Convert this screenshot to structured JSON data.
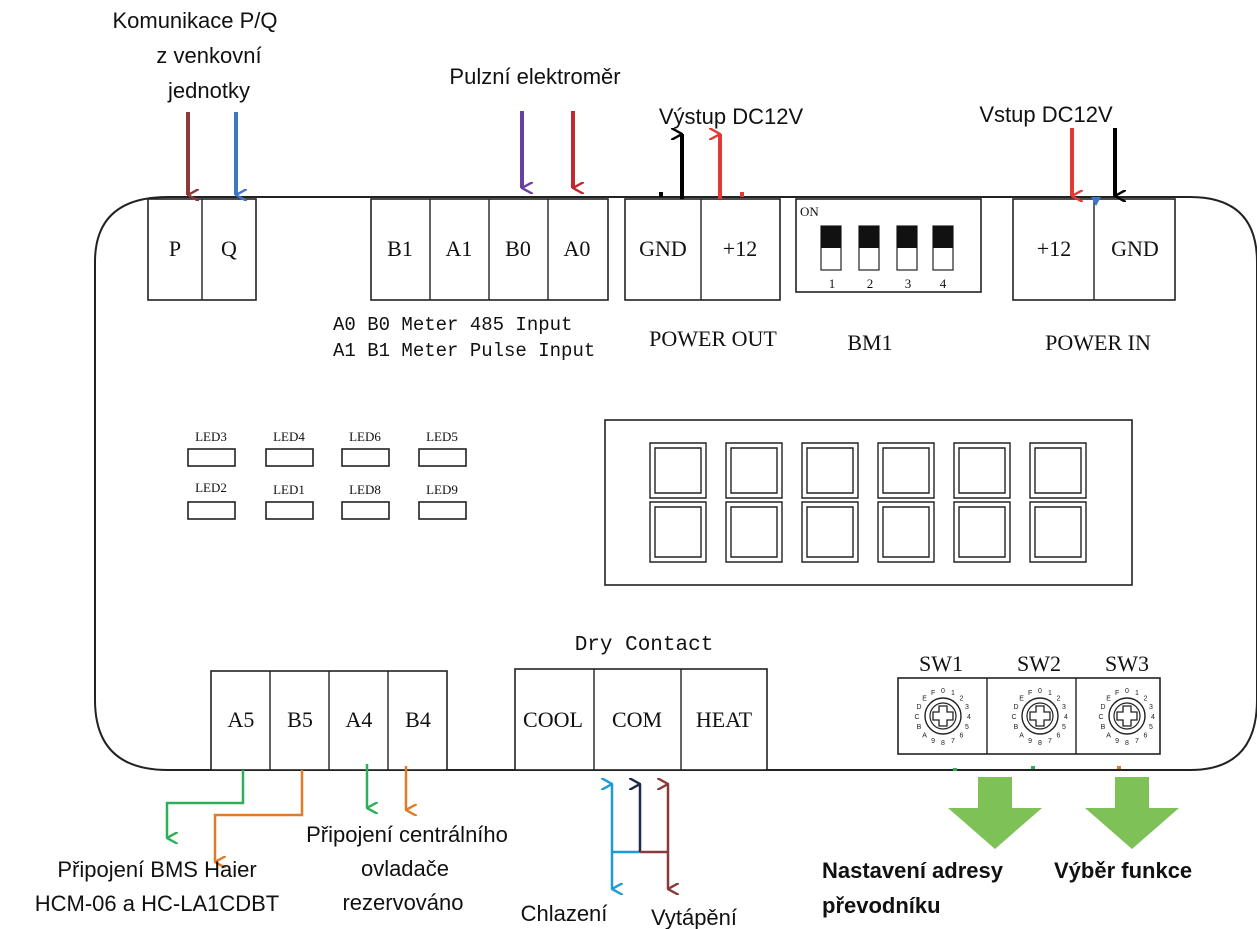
{
  "annotations": {
    "pq_comm": [
      "Komunikace P/Q",
      "z venkovní",
      "jednotky"
    ],
    "pulse_meter": "Pulzní elektroměr",
    "dc_out": "Výstup DC12V",
    "dc_in": "Vstup DC12V",
    "bms": [
      "Připojení BMS Haier",
      "HCM-06 a HC-LA1CDBT"
    ],
    "central": [
      "Připojení centrálního",
      "ovladače",
      "rezervováno"
    ],
    "cooling": "Chlazení",
    "heating": "Vytápění",
    "address": [
      "Nastavení adresy",
      "převodníku"
    ],
    "function": "Výběr funkce"
  },
  "board": {
    "pq_terminals": [
      "P",
      "Q"
    ],
    "meter_terminals": [
      "B1",
      "A1",
      "B0",
      "A0"
    ],
    "meter_note": [
      "A0 B0 Meter 485 Input",
      "A1 B1 Meter Pulse Input"
    ],
    "power_out_terminals": [
      "GND",
      "+12"
    ],
    "power_out_label": "POWER OUT",
    "dip": {
      "on_label": "ON",
      "numbers": [
        "1",
        "2",
        "3",
        "4"
      ],
      "label": "BM1"
    },
    "power_in_terminals": [
      "+12",
      "GND"
    ],
    "power_in_label": "POWER IN",
    "leds_top": [
      "LED3",
      "LED4",
      "LED6",
      "LED5"
    ],
    "leds_bottom": [
      "LED2",
      "LED1",
      "LED8",
      "LED9"
    ],
    "display_digits": 6,
    "bms_terminals": [
      "A5",
      "B5",
      "A4",
      "B4"
    ],
    "dry_contact_label": "Dry Contact",
    "dry_contact_terminals": [
      "COOL",
      "COM",
      "HEAT"
    ],
    "switches": [
      "SW1",
      "SW2",
      "SW3"
    ],
    "rotary_digits": "0123456789ABCDEF"
  },
  "colors": {
    "p_arrow": "#8B3A3A",
    "q_arrow": "#3D78C2",
    "pulse_b0": "#6A3FA0",
    "pulse_a0": "#C0282D",
    "dc_gnd": "#000000",
    "dc_plus": "#E53935",
    "bms_green": "#2DAF5A",
    "bms_orange": "#E07B2A",
    "cool": "#1E9BD7",
    "com": "#1F2A4A",
    "heat": "#8B3A3A",
    "big_arrow": "#7DC157"
  }
}
